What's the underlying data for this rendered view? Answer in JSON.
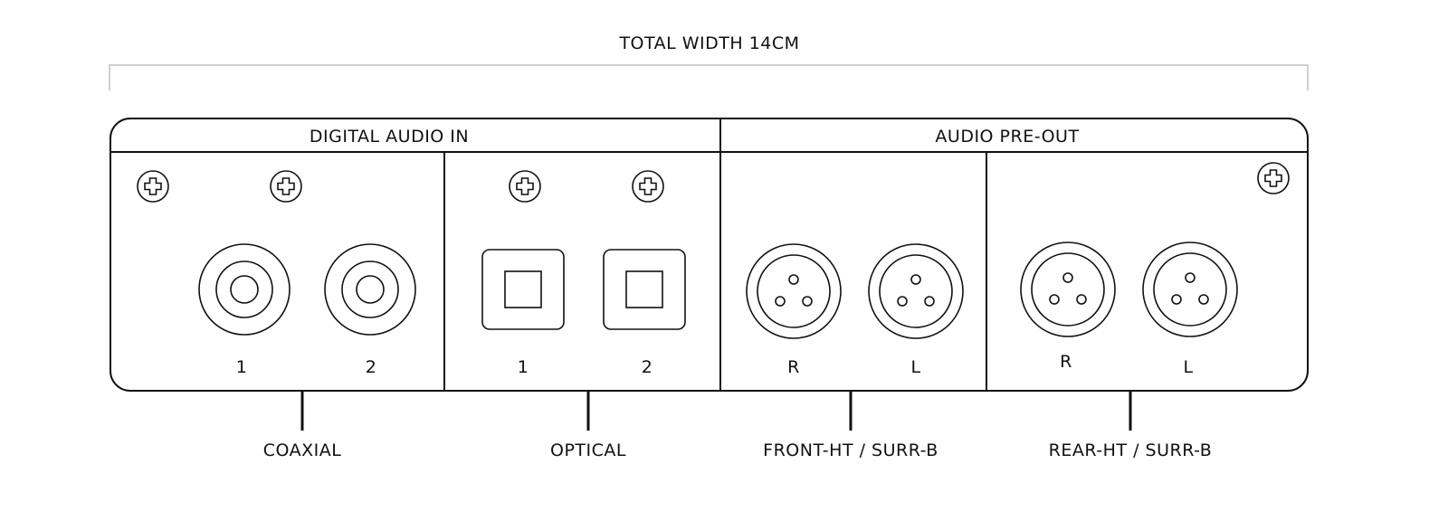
{
  "dimension": {
    "label": "TOTAL WIDTH 14CM"
  },
  "sections": {
    "digital_in": "DIGITAL AUDIO IN",
    "pre_out": "AUDIO PRE-OUT"
  },
  "ports": {
    "coaxial": {
      "group_label": "COAXIAL",
      "labels": [
        "1",
        "2"
      ]
    },
    "optical": {
      "group_label": "OPTICAL",
      "labels": [
        "1",
        "2"
      ]
    },
    "front": {
      "group_label": "FRONT-HT / SURR-B",
      "labels": [
        "R",
        "L"
      ]
    },
    "rear": {
      "group_label": "REAR-HT / SURR-B",
      "labels": [
        "R",
        "L"
      ]
    }
  }
}
